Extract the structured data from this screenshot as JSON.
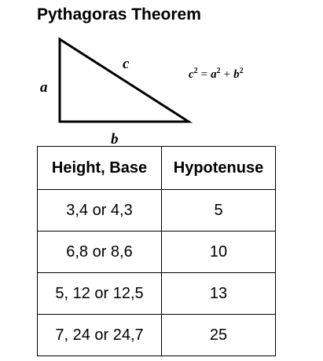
{
  "title": "Pythagoras Theorem",
  "diagram": {
    "side_a": "a",
    "side_b": "b",
    "side_c": "c"
  },
  "formula": {
    "lhs_var": "c",
    "lhs_exp": "2",
    "equals": "=",
    "term1_var": "a",
    "term1_exp": "2",
    "plus": "+",
    "term2_var": "b",
    "term2_exp": "2"
  },
  "table": {
    "headers": [
      "Height, Base",
      "Hypotenuse"
    ],
    "rows": [
      [
        "3,4 or 4,3",
        "5"
      ],
      [
        "6,8 or 8,6",
        "10"
      ],
      [
        "5, 12 or 12,5",
        "13"
      ],
      [
        "7, 24 or 24,7",
        "25"
      ]
    ]
  }
}
